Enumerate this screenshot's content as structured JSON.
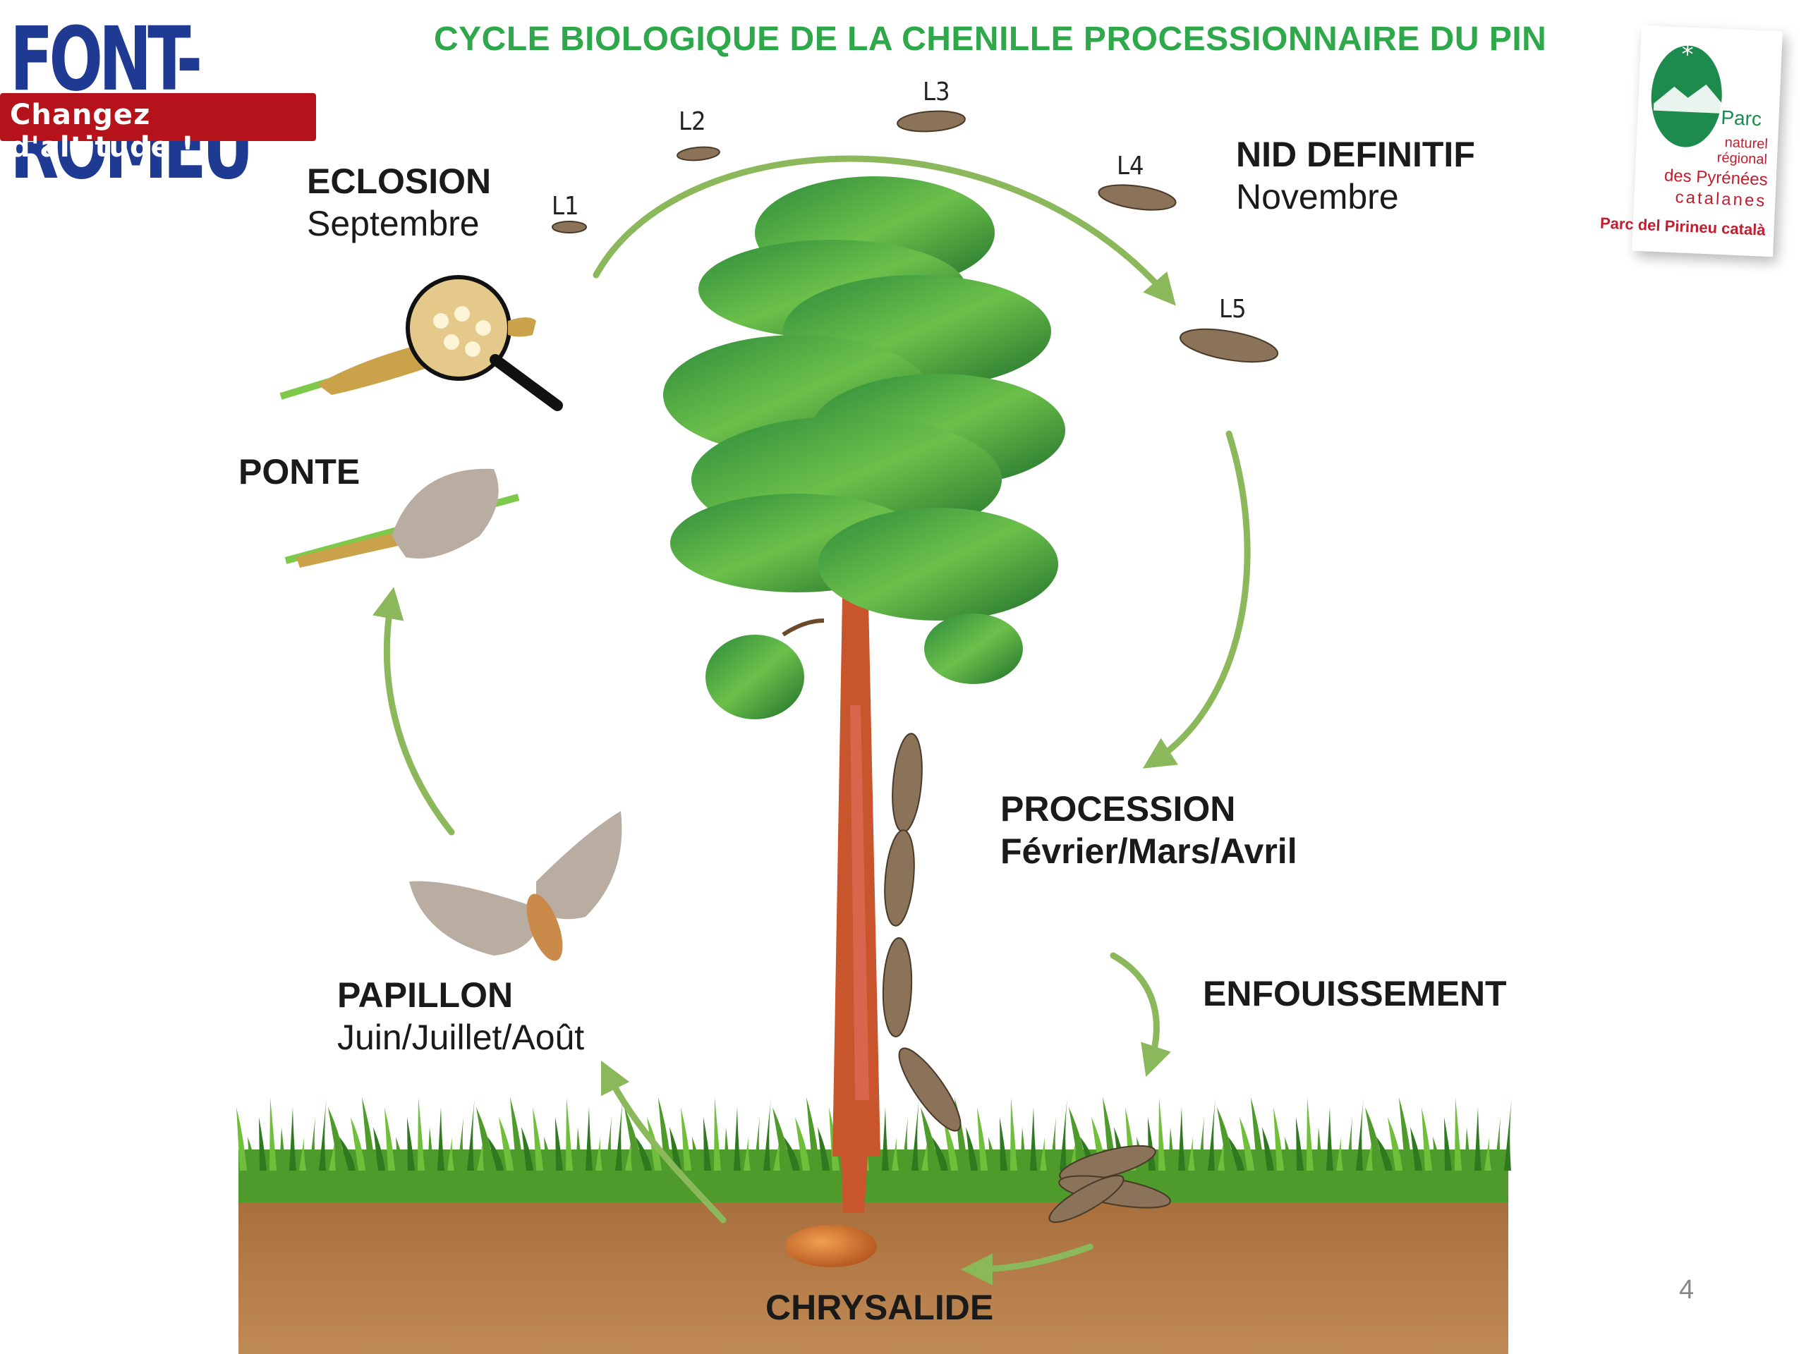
{
  "title": "CYCLE BIOLOGIQUE DE LA CHENILLE PROCESSIONNAIRE DU PIN",
  "logo_left": {
    "name": "FONT-ROMEU",
    "slogan": "Changez d'altitude !"
  },
  "logo_right": {
    "line1": "Parc",
    "line2": "naturel",
    "line3": "régional",
    "line4": "des Pyrénées",
    "line5": "catalanes",
    "line6": "Parc del Pirineu català"
  },
  "stages": {
    "eclosion": {
      "title": "ECLOSION",
      "period": "Septembre"
    },
    "nid": {
      "title": "NID DEFINITIF",
      "period": "Novembre"
    },
    "ponte": {
      "title": "PONTE"
    },
    "procession": {
      "title": "PROCESSION",
      "period": "Février/Mars/Avril"
    },
    "enfouissement": {
      "title": "ENFOUISSEMENT"
    },
    "papillon": {
      "title": "PAPILLON",
      "period": "Juin/Juillet/Août"
    },
    "chrysalide": {
      "title": "CHRYSALIDE"
    }
  },
  "larval_stages": [
    "L1",
    "L2",
    "L3",
    "L4",
    "L5"
  ],
  "page_number": "4",
  "colors": {
    "title_green": "#2ea84a",
    "arrow_green": "#8bb85a",
    "logo_navy": "#1f3a93",
    "logo_red": "#b5121b",
    "parc_green": "#1d8a4e",
    "parc_red": "#c01d2e",
    "soil": "#a86f3c",
    "grass": "#4e9a2a",
    "foliage": "#3f9a34",
    "trunk": "#c9552c",
    "caterpillar": "#8a7358",
    "moth": "#b8ada0"
  }
}
